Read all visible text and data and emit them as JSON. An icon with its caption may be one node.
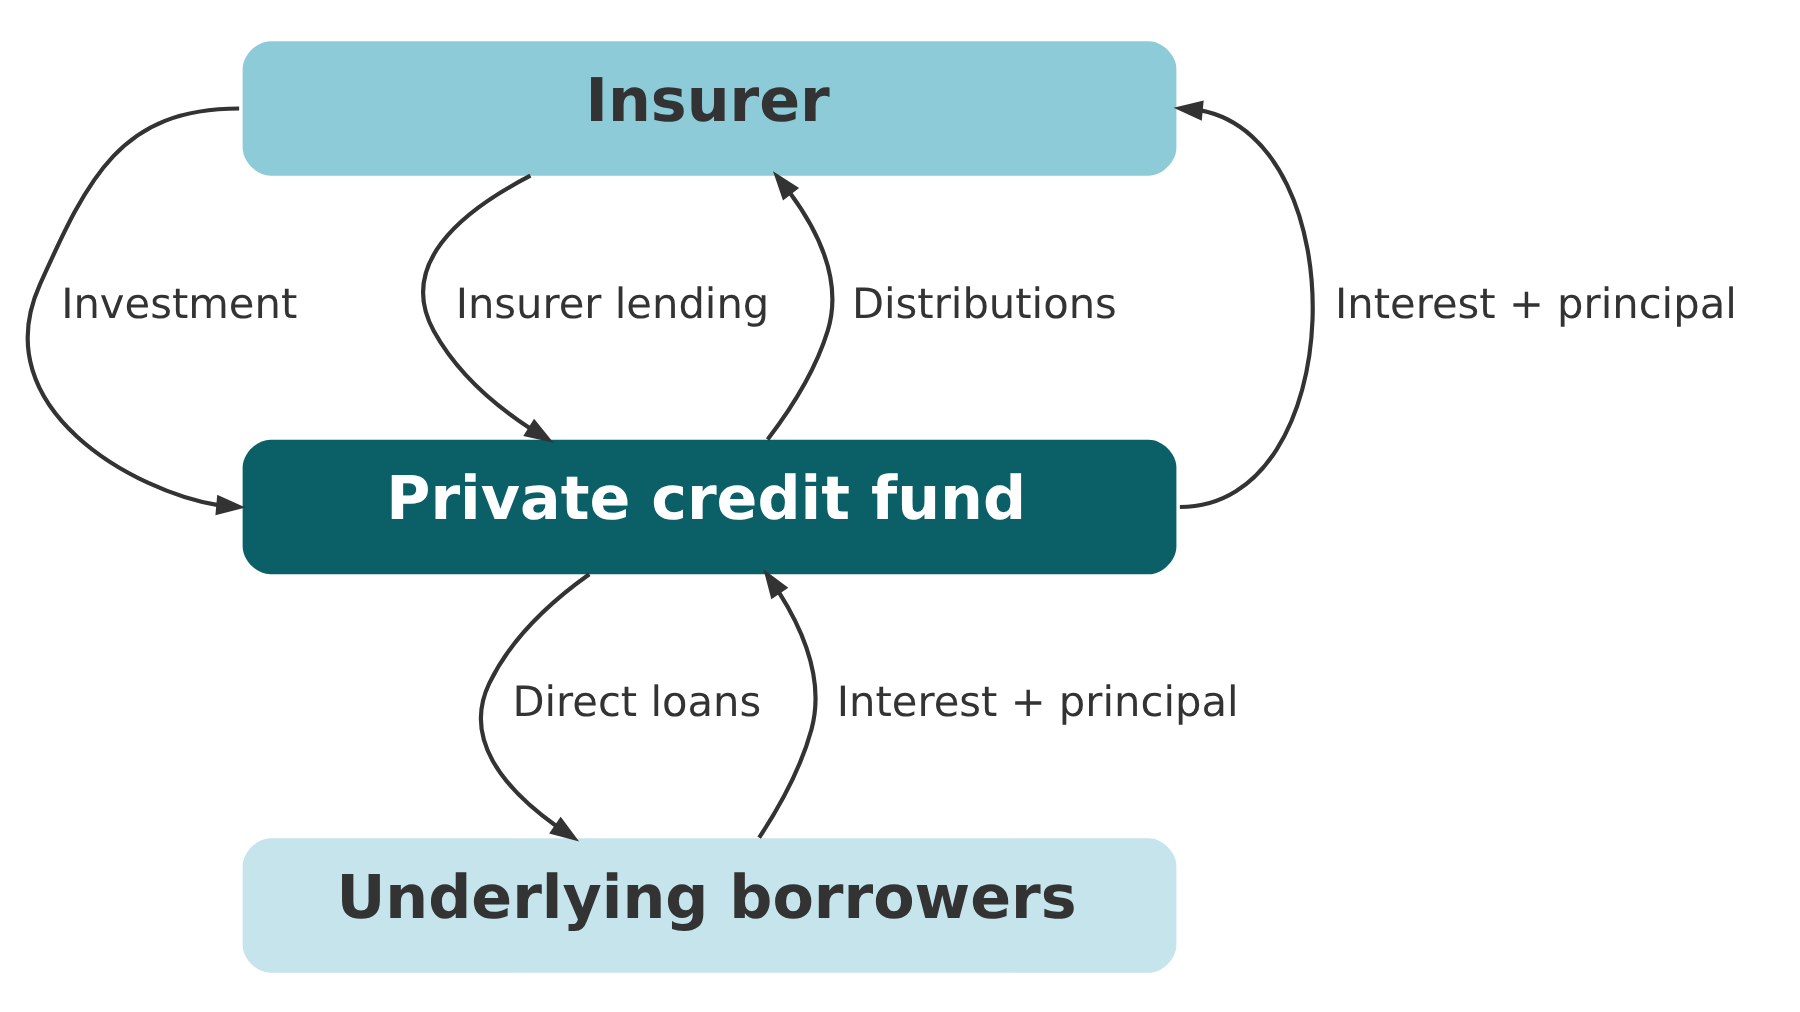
{
  "diagram": {
    "nodes": [
      {
        "text": [
          "Insurer"
        ]
      },
      {
        "text": [
          "Private credit fund"
        ]
      },
      {
        "text": [
          "Underlying borrowers"
        ]
      }
    ],
    "edges": [
      {
        "from": 0,
        "to": 1,
        "arrow": "to",
        "label": "Investment"
      },
      {
        "from": 1,
        "to": 0,
        "arrow": "to",
        "label": "Distributions"
      },
      {
        "from": 0,
        "to": 1,
        "arrow": "to",
        "label": "Insurer lending"
      },
      {
        "from": 1,
        "to": 0,
        "arrow": "to",
        "label": "Interest + principal"
      },
      {
        "from": 1,
        "to": 2,
        "arrow": "to",
        "label": "Direct loans"
      },
      {
        "from": 2,
        "to": 1,
        "arrow": "to",
        "label": "Interest + principal"
      }
    ]
  }
}
